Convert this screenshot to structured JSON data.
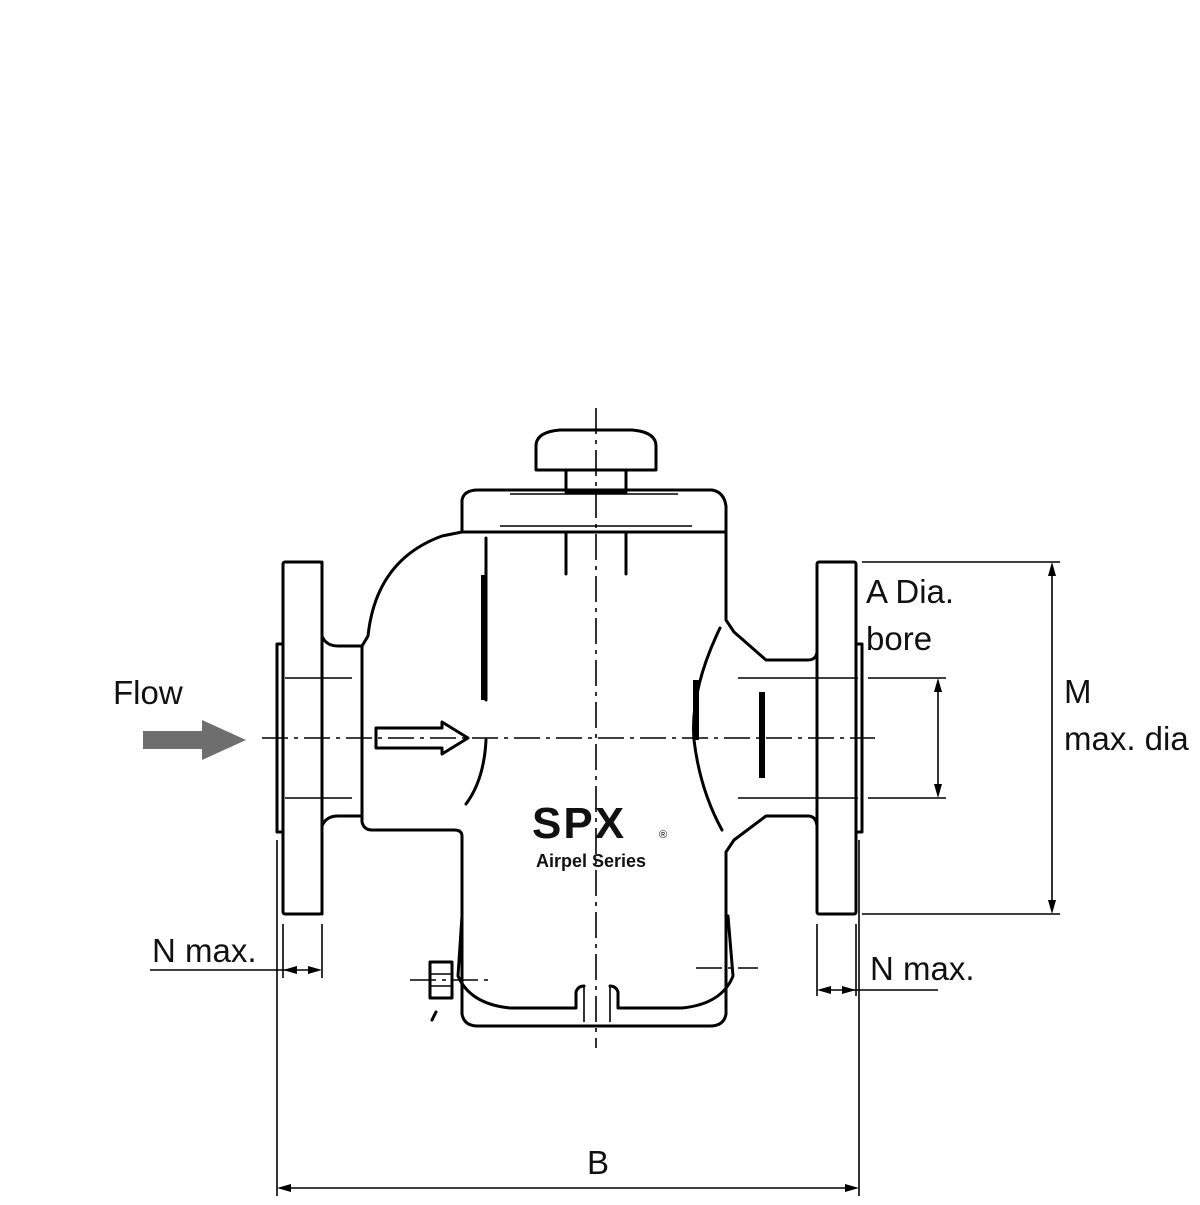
{
  "labels": {
    "flow": "Flow",
    "a_dia_line1": "A Dia.",
    "a_dia_line2": "bore",
    "m_line1": "M",
    "m_line2": "max. dia",
    "n_max_left": "N max.",
    "n_max_right": "N max.",
    "b": "B"
  },
  "logo": {
    "brand": "SPX",
    "series": "Airpel Series",
    "registered_mark": "®"
  },
  "colors": {
    "line": "#000000",
    "flow_arrow": "#6e6e6e",
    "background": "#ffffff"
  }
}
